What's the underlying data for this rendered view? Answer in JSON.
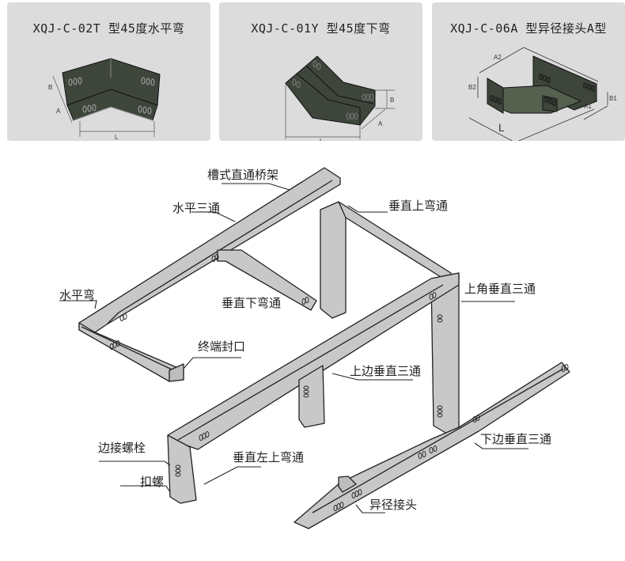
{
  "products": [
    {
      "title": "XQJ-C-02T 型45度水平弯",
      "dims": [
        "B",
        "A",
        "L"
      ]
    },
    {
      "title": "XQJ-C-01Y 型45度下弯",
      "dims": [
        "B",
        "A",
        "L"
      ]
    },
    {
      "title": "XQJ-C-06A 型异径接头A型",
      "dims": [
        "A2",
        "B2",
        "B1",
        "A1",
        "L"
      ]
    }
  ],
  "diagram": {
    "labels": {
      "straight_tray": "槽式直通桥架",
      "horizontal_tee": "水平三通",
      "vertical_up_bend": "垂直上弯通",
      "horizontal_bend": "水平弯",
      "vertical_down_bend": "垂直下弯通",
      "top_corner_vertical_tee": "上角垂直三通",
      "end_cap": "终端封口",
      "top_side_vertical_tee": "上边垂直三通",
      "side_bolt": "边接螺栓",
      "vertical_left_up_bend": "垂直左上弯通",
      "bottom_side_vertical_tee": "下边垂直三通",
      "clip_nut": "扣螺",
      "reducer": "异径接头"
    }
  },
  "colors": {
    "card_bg": "#dcdcdc",
    "metal_dark": "#3e463c",
    "tray_fill": "#c8c8c8",
    "line": "#222222"
  }
}
